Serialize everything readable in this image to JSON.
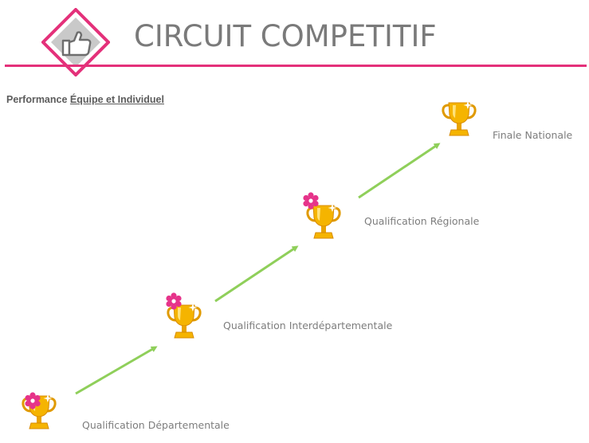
{
  "header": {
    "title": "CIRCUIT COMPETITIF",
    "logo_icon": "thumbs-up-icon",
    "accent_color": "#e4317a"
  },
  "subtitle": {
    "prefix": "Performance ",
    "underlined": "Équipe et Individuel"
  },
  "stages": [
    {
      "label": "Qualification Départementale",
      "icon": "trophy-icon",
      "badge": "flower-badge-icon"
    },
    {
      "label": "Qualification Interdépartementale",
      "icon": "trophy-icon",
      "badge": "flower-badge-icon"
    },
    {
      "label": "Qualification Régionale",
      "icon": "trophy-icon",
      "badge": "flower-badge-icon"
    },
    {
      "label": "Finale Nationale",
      "icon": "trophy-icon",
      "badge": null
    }
  ],
  "colors": {
    "arrow": "#8fcf5a",
    "trophy_gold": "#f5b400",
    "badge_pink": "#e6338a"
  }
}
